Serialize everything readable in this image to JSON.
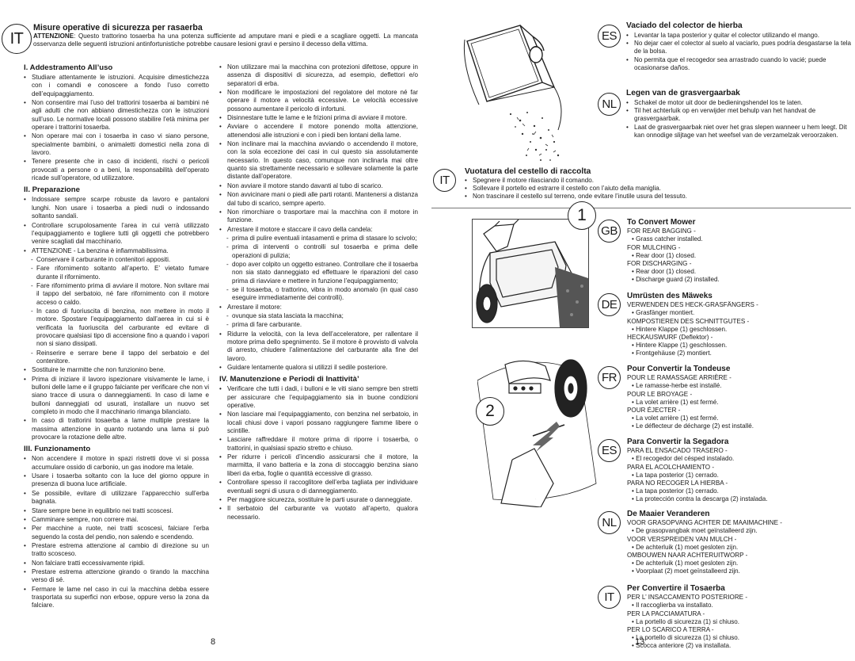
{
  "left": {
    "badge": "IT",
    "safety_title": "Misure operative di sicurezza per rasaerba",
    "safety_lead": "ATTENZIONE",
    "safety_text": ": Questo trattorino tosaerba ha una potenza sufficiente ad amputare mani e piedi e a scagliare oggetti. La mancata osservanza delle seguenti istruzioni antinfortunistiche potrebbe causare lesioni gravi e persino il decesso della vittima.",
    "col1": [
      {
        "type": "h",
        "text": "I. Addestramento All’uso"
      },
      {
        "type": "b",
        "text": "Studiare attentamente le istruzioni. Acquisire dimestichezza con i comandi e conoscere a fondo l’uso corretto dell’equipaggiamento."
      },
      {
        "type": "b",
        "text": "Non consentire mai l’uso del trattorini tosaerba ai bambini né agli adulti che non abbiano dimestichezza con le istruzioni sull’uso. Le normative locali possono stabilire l’età minima per operare i trattorini tosaerba."
      },
      {
        "type": "b",
        "text": "Non operare mai con i tosaerba in caso vi siano persone, specialmente bambini, o animaletti domestici nella zona di lavoro."
      },
      {
        "type": "b",
        "text": "Tenere presente che in caso di incidenti, rischi o pericoli provocati a persone o a beni, la responsabilità dell’operato ricade sull’operatore, od utilizzatore."
      },
      {
        "type": "h",
        "text": "II. Preparazione"
      },
      {
        "type": "b",
        "text": "Indossare sempre scarpe robuste da lavoro e pantaloni lunghi. Non usare i tosaerba a piedi nudi o indossando soltanto sandali."
      },
      {
        "type": "b",
        "text": "Controllare scrupolosamente l’area in cui verrà utilizzato l’equipaggiamento e togliere tutti gli oggetti che potrebbero venire scagliati dal macchinario."
      },
      {
        "type": "b",
        "text": "ATTENZIONE - La benzina è infiammabilissima."
      },
      {
        "type": "s",
        "text": "Conservare il carburante in contenitori appositi."
      },
      {
        "type": "s",
        "text": "Fare rifornimento soltanto all’aperto. E’ vietato fumare durante il rifornimento."
      },
      {
        "type": "s",
        "text": "Fare rifornimento prima di avviare il motore. Non svitare mai il tappo del serbatoio, né fare rifornimento con il motore acceso o caldo."
      },
      {
        "type": "s",
        "text": "In caso di fuoriuscita di benzina, non mettere in moto il motore. Spostare l’equipaggiamento dall’aerea in cui si è verificata la fuoriuscita del carburante ed evitare di provocare qualsiasi tipo di accensione fino a quando i vapori non si siano dissipati."
      },
      {
        "type": "s",
        "text": "Reinserire e serrare bene il tappo del serbatoio e del contenitore."
      },
      {
        "type": "b",
        "text": "Sostituire le marmitte che non funzionino bene."
      },
      {
        "type": "b",
        "text": "Prima di iniziare il lavoro ispezionare visivamente le lame, i bulloni delle lame e il gruppo falciante per verificare che non vi siano tracce di usura o danneggiamenti. In caso di lame e bulloni danneggiati od usurati, installare un nuovo set completo in modo che il macchinario rimanga bilanciato."
      },
      {
        "type": "b",
        "text": "In caso di trattorini tosaerba a lame multiple prestare la massima attenzione in quanto ruotando una lama si può provocare la rotazione delle altre."
      },
      {
        "type": "h",
        "text": "III. Funzionamento"
      },
      {
        "type": "b",
        "text": "Non accendere il motore in spazi ristretti dove vi si possa accumulare ossido di carbonio, un gas inodore ma letale."
      },
      {
        "type": "b",
        "text": "Usare i tosaerba soltanto con la luce del giorno oppure in presenza di buona luce artificiale."
      },
      {
        "type": "b",
        "text": "Se possibile, evitare di utilizzare l’apparecchio sull’erba bagnata."
      },
      {
        "type": "b",
        "text": "Stare sempre bene in equilibrio nei tratti scoscesi."
      },
      {
        "type": "b",
        "text": "Camminare sempre, non correre mai."
      },
      {
        "type": "b",
        "text": "Per macchine a ruote, nei tratti scoscesi, falciare l’erba seguendo la costa del pendio, non salendo e scendendo."
      },
      {
        "type": "b",
        "text": "Prestare estrema attenzione al cambio di direzione su un tratto scosceso."
      },
      {
        "type": "b",
        "text": "Non falciare tratti eccessivamente ripidi."
      },
      {
        "type": "b",
        "text": "Prestare estrema attenzione girando o tirando la macchina verso di sé."
      },
      {
        "type": "b",
        "text": "Fermare le lame nel caso in cui la macchina debba essere trasportata su superfici non erbose, oppure verso la zona da falciare."
      }
    ],
    "col2": [
      {
        "type": "b",
        "text": "Non utilizzare mai la macchina con protezioni difettose, oppure in assenza di dispositivi di sicurezza, ad esempio, deflettori e/o separatori di erba."
      },
      {
        "type": "b",
        "text": "Non modificare le impostazioni del regolatore del motore né far operare il motore a velocità eccessive. Le velocità eccessive possono aumentare il pericolo di infortuni."
      },
      {
        "type": "b",
        "text": "Disinnestare tutte le lame e le frizioni prima di avviare il motore."
      },
      {
        "type": "b",
        "text": "Avviare o accendere il motore ponendo molta attenzione, attenendosi alle istruzioni e con i piedi ben lontani della lame."
      },
      {
        "type": "b",
        "text": "Non inclinare mai la macchina avviando o accendendo il motore, con la sola eccezione dei casi in cui questo sia assolutamente necessario. In questo caso, comunque non inclinarla mai oltre quanto sia strettamente necessario e sollevare solamente la parte distante dall’operatore."
      },
      {
        "type": "b",
        "text": "Non avviare il motore stando davanti al tubo di scarico."
      },
      {
        "type": "b",
        "text": "Non avvicinare mani o piedi alle parti rotanti. Mantenersi a distanza dal tubo di scarico, sempre aperto."
      },
      {
        "type": "b",
        "text": "Non rimorchiare o trasportare mai la macchina con il motore in funzione."
      },
      {
        "type": "b",
        "text": "Arrestare il motore e staccare il cavo della candela:"
      },
      {
        "type": "s",
        "text": "prima di pulire eventuali intasamenti e prima di stasare lo scivolo;"
      },
      {
        "type": "s",
        "text": "prima di interventi o controlli sul tosaerba e prima delle operazioni di pulizia;"
      },
      {
        "type": "s",
        "text": "dopo aver colpito un oggetto estraneo. Controllare che il tosaerba non sia stato danneggiato ed effettuare le riparazioni del caso prima di riavviare e mettere in funzione l’equipaggiamento;"
      },
      {
        "type": "s",
        "text": "se il tosaerba, o trattorino, vibra in modo anomalo (in qual caso eseguire immediatamente dei controlli)."
      },
      {
        "type": "b",
        "text": "Arrestare il motore:"
      },
      {
        "type": "s",
        "text": "ovunque sia stata lasciata la macchina;"
      },
      {
        "type": "s",
        "text": "prima di fare carburante."
      },
      {
        "type": "b",
        "text": "Ridurre la velocità, con la leva dell’acceleratore, per rallentare il motore prima dello spegnimento. Se il motore è provvisto di valvola di arresto, chiudere l’alimentazione del carburante alla fine del lavoro."
      },
      {
        "type": "b",
        "text": "Guidare lentamente qualora si utilizzi il sedile posteriore."
      },
      {
        "type": "h",
        "text": "IV. Manutenzione e Periodi di Inattività’"
      },
      {
        "type": "b",
        "text": "Verificare che tutti i dadi, i bulloni e le viti siano sempre ben stretti per assicurare che l’equipaggiamento sia in buone condizioni operative."
      },
      {
        "type": "b",
        "text": "Non lasciare mai l’equipaggiamento, con benzina nel serbatoio, in locali chiusi dove i vapori possano raggiungere fiamme libere o scintille."
      },
      {
        "type": "b",
        "text": "Lasciare raffreddare il motore prima di riporre i tosaerba, o trattorini, in qualsiasi spazio stretto e chiuso."
      },
      {
        "type": "b",
        "text": "Per ridurre i pericoli d’incendio assicurarsi che il motore, la marmitta, il vano batteria e la zona di stoccaggio benzina siano liberi da erba, foglie o quantità eccessive di grasso."
      },
      {
        "type": "b",
        "text": "Controllare spesso il raccoglitore dell’erba tagliata per individuare eventuali segni di usura o di danneggiamento."
      },
      {
        "type": "b",
        "text": "Per maggiore sicurezza, sostituire le parti usurate o danneggiate."
      },
      {
        "type": "b",
        "text": "Il serbatoio del carburante va vuotato all’aperto, qualora necessario."
      }
    ],
    "page_number": "8"
  },
  "right": {
    "es_badge": "ES",
    "es_title": "Vaciado del colector de hierba",
    "es_items": [
      "Levantar la tapa posterior y quitar el colector utilizando el mango.",
      "No dejar caer el colector al suelo al vaciarlo, pues podría desgastarse la tela de la bolsa.",
      "No permita que el recogedor sea arrastrado cuando lo vacié; puede ocasionarse daños."
    ],
    "nl_badge": "NL",
    "nl_title": "Legen van de grasvergaarbak",
    "nl_items": [
      "Schakel de motor uit door de bedieningshendel los te laten.",
      "Til het achterluik op en verwijder met behulp van het handvat de grasvergaarbak.",
      "Laat de grasvergaarbak niet over het gras slepen wanneer u hem leegt. Dit kan onnodige slijtage van het weefsel van de verzamelzak veroorzaken."
    ],
    "it_badge": "IT",
    "it_title": "Vuotatura del cestello di raccolta",
    "it_items": [
      "Spegnere il motore rilasciando il comando.",
      "Sollevare il portello ed estrarre il cestello con l’aiuto della maniglia.",
      "Non trascinare il cestello sul terreno, onde evitare l’inutile usura del tessuto."
    ],
    "callout_1": "1",
    "callout_2": "2",
    "blocks": [
      {
        "badge": "GB",
        "title": "To Convert Mower",
        "lines": [
          {
            "k": "c",
            "t": "FOR REAR BAGGING -"
          },
          {
            "k": "b",
            "t": "• Grass catcher installed."
          },
          {
            "k": "c",
            "t": "FOR MULCHING -"
          },
          {
            "k": "b",
            "t": "• Rear door (1) closed."
          },
          {
            "k": "c",
            "t": "FOR DISCHARGING -"
          },
          {
            "k": "b",
            "t": "• Rear door (1) closed."
          },
          {
            "k": "b",
            "t": "• Discharge guard (2) installed."
          }
        ]
      },
      {
        "badge": "DE",
        "title": "Umrüsten des Mäweks",
        "lines": [
          {
            "k": "c",
            "t": "VERWENDEN DES HECK-GRASFÄNGERS -"
          },
          {
            "k": "b",
            "t": "• Grasfänger montiert."
          },
          {
            "k": "c",
            "t": "KOMPOSTIEREN DES SCHNITTGUTES -"
          },
          {
            "k": "b",
            "t": "• Hintere Klappe (1) geschlossen."
          },
          {
            "k": "c",
            "t": "HECKAUSWURF (Deflektor) -"
          },
          {
            "k": "b",
            "t": "• Hintere Klappe (1) geschlossen."
          },
          {
            "k": "b",
            "t": "• Frontgehäuse (2) montiert."
          }
        ]
      },
      {
        "badge": "FR",
        "title": "Pour Convertir la Tondeuse",
        "lines": [
          {
            "k": "c",
            "t": "POUR LE RAMASSAGE ARRIÈRE -"
          },
          {
            "k": "b",
            "t": "• Le ramasse-herbe est installé."
          },
          {
            "k": "c",
            "t": "POUR LE BROYAGE -"
          },
          {
            "k": "b",
            "t": "• La volet arrière (1) est fermé."
          },
          {
            "k": "c",
            "t": "POUR ÉJECTER -"
          },
          {
            "k": "b",
            "t": "• La volet arrière (1) est fermé."
          },
          {
            "k": "b",
            "t": "• Le déflecteur de décharge (2) est installé."
          }
        ]
      },
      {
        "badge": "ES",
        "title": "Para Convertir la Segadora",
        "lines": [
          {
            "k": "c",
            "t": "PARA EL ENSACADO TRASERO -"
          },
          {
            "k": "b",
            "t": "• El recogedor del césped instalado."
          },
          {
            "k": "c",
            "t": "PARA EL ACOLCHAMIENTO -"
          },
          {
            "k": "b",
            "t": "• La tapa posterior (1) cerrado."
          },
          {
            "k": "c",
            "t": "PARA NO RECOGER LA HIERBA -"
          },
          {
            "k": "b",
            "t": "• La tapa posterior (1) cerrado."
          },
          {
            "k": "b",
            "t": "• La protección contra la descarga (2) instalada."
          }
        ]
      },
      {
        "badge": "NL",
        "title": "De Maaier Veranderen",
        "lines": [
          {
            "k": "c",
            "t": "VOOR GRASOPVANG ACHTER DE MAAIMACHINE -"
          },
          {
            "k": "b",
            "t": "• De grasopvangbak moet geïnstalleerd zijn."
          },
          {
            "k": "c",
            "t": "VOOR VERSPREIDEN VAN MULCH -"
          },
          {
            "k": "b",
            "t": "• De achterluik (1) moet gesloten zijn."
          },
          {
            "k": "c",
            "t": "OMBOUWEN NAAR ACHTERUITWORP -"
          },
          {
            "k": "b",
            "t": "• De achterluik (1) moet gesloten zijn."
          },
          {
            "k": "b",
            "t": "• Voorplaat (2) moet geïnstalleerd zijn."
          }
        ]
      },
      {
        "badge": "IT",
        "title": "Per Convertire il Tosaerba",
        "lines": [
          {
            "k": "c",
            "t": "PER L’ INSACCAMENTO POSTERIORE -"
          },
          {
            "k": "b",
            "t": "• Il raccoglierba va installato."
          },
          {
            "k": "c",
            "t": "PER LA PACCIAMATURA -"
          },
          {
            "k": "b",
            "t": "• La portello di sicurezza (1) si chiuso."
          },
          {
            "k": "c",
            "t": "PER LO SCARICO A TERRA -"
          },
          {
            "k": "b",
            "t": "• La portello di sicurezza (1) si chiuso."
          },
          {
            "k": "b",
            "t": "• Scocca anteriore (2) va installata."
          }
        ]
      }
    ],
    "page_number": "13"
  }
}
